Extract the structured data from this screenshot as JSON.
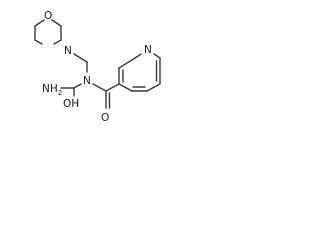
{
  "labels": {
    "morpholine_o": "O",
    "morpholine_n": "N",
    "amide_n": "N",
    "nh2": "NH",
    "nh2_sub": "2",
    "hydroxyl": "OH",
    "carbonyl_o": "O",
    "pyridine_n": "N"
  }
}
